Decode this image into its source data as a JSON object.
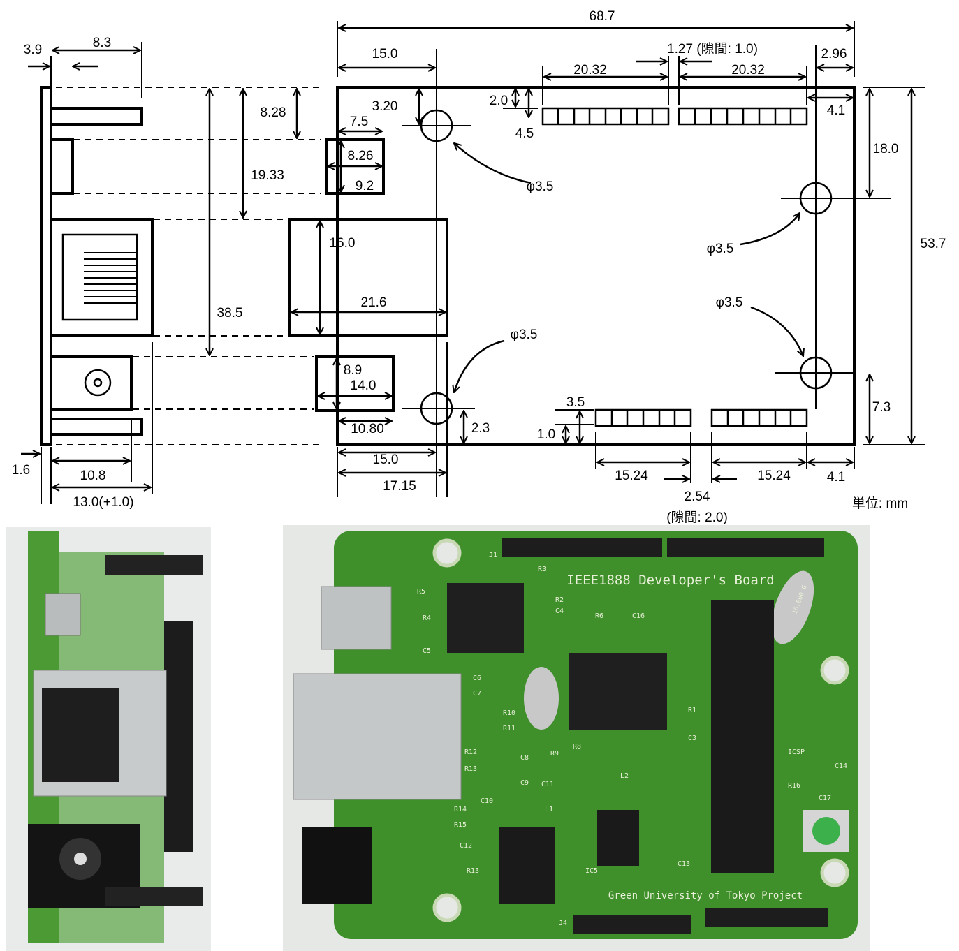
{
  "dims": [
    "68.7",
    "3.9",
    "8.3",
    "15.0",
    "1.27 (隙間: 1.0)",
    "2.96",
    "20.32",
    "20.32",
    "8.28",
    "3.20",
    "2.0",
    "4.5",
    "4.1",
    "7.5",
    "8.26",
    "9.2",
    "19.33",
    "φ3.5",
    "18.0",
    "53.7",
    "φ3.5",
    "16.0",
    "21.6",
    "38.5",
    "φ3.5",
    "φ3.5",
    "8.9",
    "14.0",
    "3.5",
    "7.3",
    "10.80",
    "2.3",
    "1.0",
    "1.6",
    "15.0",
    "15.24",
    "15.24",
    "4.1",
    "10.8",
    "17.15",
    "13.0(+1.0)",
    "2.54",
    "(隙間: 2.0)"
  ],
  "unit_label": "単位: mm",
  "photo": {
    "board_title": "IEEE1888 Developer's Board",
    "board_footer": "Green University of Tokyo Project",
    "crystal": "16.000 G",
    "silk_labels": [
      "J1",
      "R5",
      "R4",
      "C5",
      "R3",
      "R2",
      "C4",
      "R6",
      "C16",
      "C6",
      "C7",
      "R10",
      "R11",
      "R12",
      "R13",
      "R9",
      "R8",
      "C8",
      "C9",
      "C11",
      "C10",
      "L1",
      "L2",
      "R14",
      "R15",
      "C12",
      "R13",
      "IC5",
      "C13",
      "R1",
      "C3",
      "ICSP",
      "C14",
      "R16",
      "C17",
      "J4"
    ]
  },
  "colors": {
    "pcb": "#3f8f2a",
    "pcb_dark": "#2c6b1c",
    "silk": "#e8f0d8"
  }
}
